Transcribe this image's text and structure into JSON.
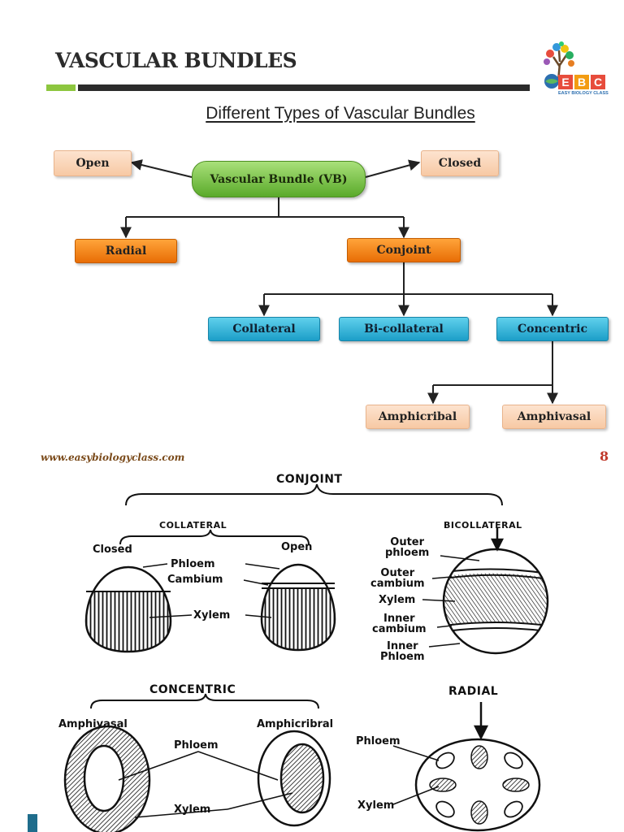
{
  "header": {
    "title": "VASCULAR BUNDLES",
    "subtitle": "Different Types of Vascular Bundles"
  },
  "logo": {
    "letters": [
      "E",
      "B",
      "C"
    ],
    "caption": "EASY BIOLOGY CLASS",
    "icon": "tree-globe-icon"
  },
  "flowchart": {
    "root": "Vascular Bundle (VB)",
    "open": "Open",
    "closed": "Closed",
    "radial": "Radial",
    "conjoint": "Conjoint",
    "collateral": "Collateral",
    "bicollateral": "Bi-collateral",
    "concentric": "Concentric",
    "amphicribal": "Amphicribal",
    "amphivasal": "Amphivasal"
  },
  "footer": {
    "website": "www.easybiologyclass.com",
    "page_number": "8"
  },
  "illustration": {
    "conjoint": "CONJOINT",
    "collateral": "COLLATERAL",
    "bicollateral": "BICOLLATERAL",
    "closed": "Closed",
    "open": "Open",
    "phloem": "Phloem",
    "cambium": "Cambium",
    "xylem": "Xylem",
    "outer_phloem_1": "Outer",
    "outer_phloem_2": "phloem",
    "outer_cambium_1": "Outer",
    "outer_cambium_2": "cambium",
    "bi_xylem": "Xylem",
    "inner_cambium_1": "Inner",
    "inner_cambium_2": "cambium",
    "inner_phloem_1": "Inner",
    "inner_phloem_2": "Phloem",
    "concentric": "CONCENTRIC",
    "amphivasal": "Amphivasal",
    "amphicribral": "Amphicribral",
    "conc_phloem": "Phloem",
    "conc_xylem": "Xylem",
    "radial": "RADIAL",
    "rad_phloem": "Phloem",
    "rad_xylem": "Xylem"
  },
  "colors": {
    "accent_green": "#8dc63f",
    "rule_dark": "#2b2b2b"
  }
}
